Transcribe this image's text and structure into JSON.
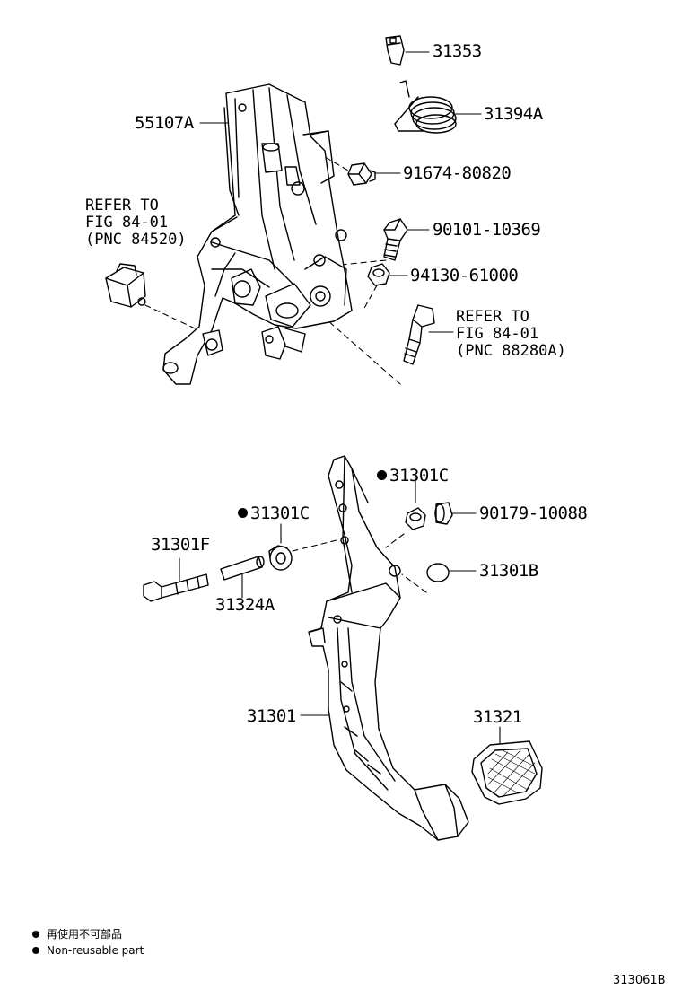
{
  "parts": {
    "p31353": "31353",
    "p31394A": "31394A",
    "p55107A": "55107A",
    "p91674": "91674-80820",
    "p90101": "90101-10369",
    "p94130": "94130-61000",
    "p31301C_a": "31301C",
    "p31301C_b": "31301C",
    "p90179": "90179-10088",
    "p31301F": "31301F",
    "p31301B": "31301B",
    "p31324A": "31324A",
    "p31301": "31301",
    "p31321": "31321"
  },
  "refs": {
    "left": "REFER TO\nFIG 84-01\n(PNC 84520)",
    "right": "REFER TO\nFIG 84-01\n(PNC 88280A)"
  },
  "legend": {
    "line1": "再使用不可部品",
    "line2": "Non-reusable part"
  },
  "illustration_code": "313061B"
}
